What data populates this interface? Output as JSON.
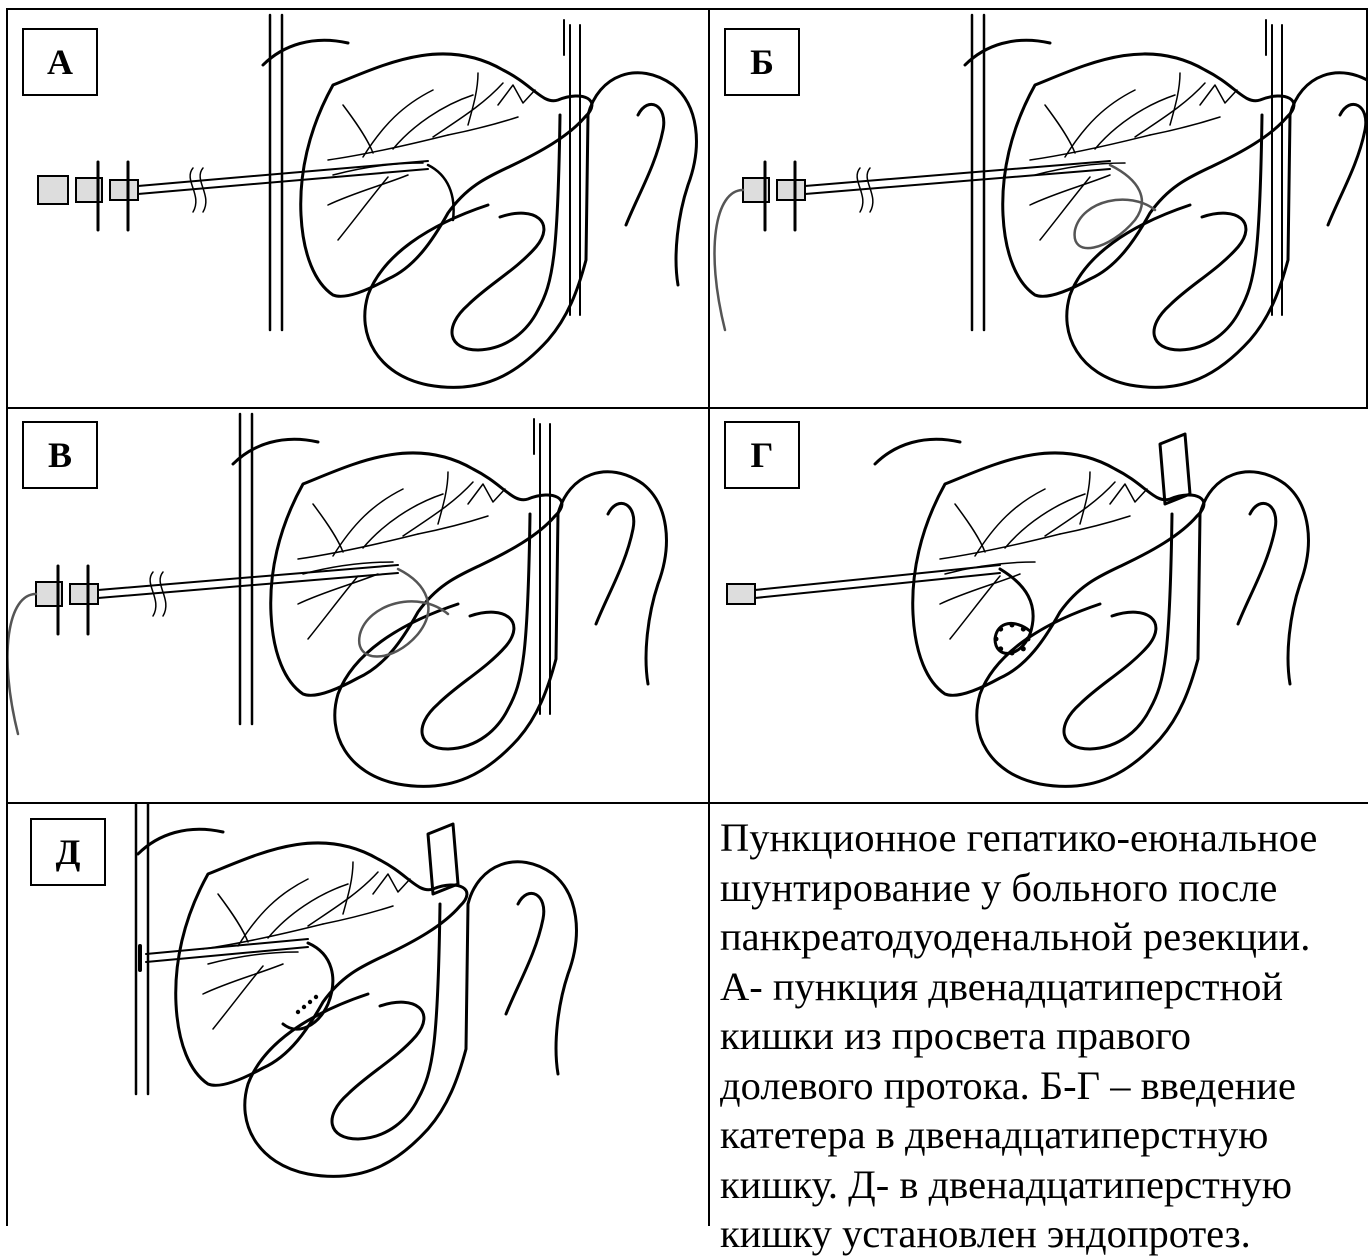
{
  "panels": [
    {
      "id": "a",
      "label": "А"
    },
    {
      "id": "b",
      "label": "Б"
    },
    {
      "id": "v",
      "label": "В"
    },
    {
      "id": "g",
      "label": "Г"
    },
    {
      "id": "d",
      "label": "Д"
    }
  ],
  "caption": {
    "lines": [
      "Пункционное гепатико-еюнальное",
      "шунтирование у больного  после",
      "панкреатодуоденальной резекции.",
      "А- пункция двенадцатиперстной",
      "кишки из просвета правого",
      "долевого протока. Б-Г – введение",
      "катетера в двенадцатиперстную",
      "кишку. Д- в двенадцатиперстную",
      "кишку установлен эндопротез."
    ]
  },
  "colors": {
    "line": "#000000",
    "wire": "#555555",
    "background": "#ffffff",
    "connector_fill": "#dddddd"
  }
}
